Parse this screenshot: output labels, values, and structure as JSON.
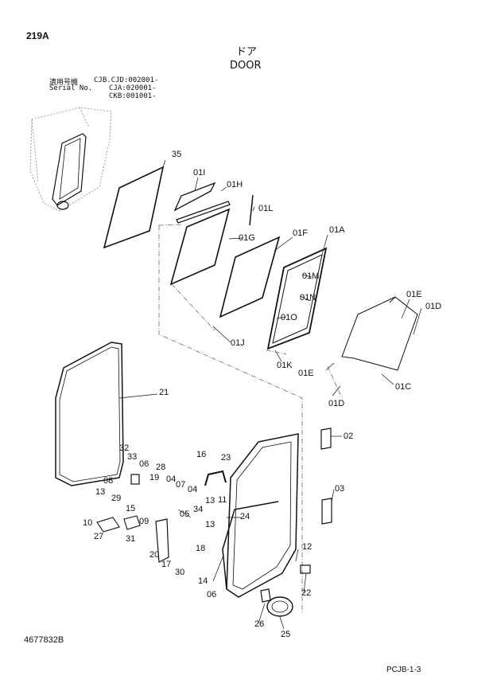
{
  "header": {
    "page_code": "219A",
    "title_jp": "ドア",
    "title_en": "DOOR"
  },
  "applicability": {
    "label_jp": "適用号機",
    "label_en": "Serial No.",
    "lines": [
      "CJB.CJD:002001-",
      "CJA:020001-",
      "CKB:001001-"
    ]
  },
  "footer": {
    "drawing_number": "4677832B",
    "sheet_ref": "PCJB-1-3"
  },
  "part_labels": [
    "35",
    "01I",
    "01H",
    "01L",
    "01G",
    "01F",
    "01A",
    "01M",
    "01N",
    "01O",
    "01J",
    "01K",
    "01E",
    "01D",
    "01E",
    "01C",
    "01D",
    "21",
    "02",
    "03",
    "32",
    "33",
    "06",
    "28",
    "19",
    "04",
    "04",
    "07",
    "08",
    "13",
    "29",
    "15",
    "16",
    "23",
    "13",
    "11",
    "34",
    "05",
    "24",
    "13",
    "10",
    "09",
    "27",
    "31",
    "12",
    "20",
    "17",
    "18",
    "30",
    "14",
    "06",
    "22",
    "26",
    "25"
  ],
  "colors": {
    "line": "#111111",
    "background": "#ffffff"
  }
}
